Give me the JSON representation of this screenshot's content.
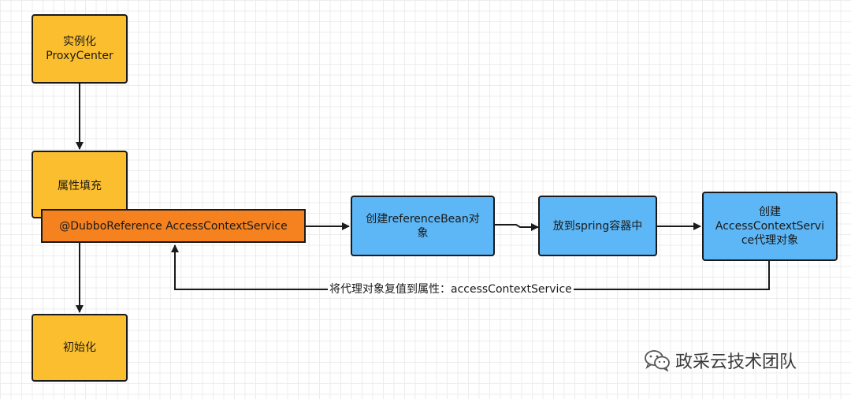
{
  "nodes": {
    "instantiate": "实例化\nProxyCenter",
    "populate": "属性填充",
    "annotation": "@DubboReference AccessContextService",
    "initialize": "初始化",
    "create_bean": "创建referenceBean对\n象",
    "put_container": "放到spring容器中",
    "create_proxy": "创建\nAccessContextServi\nce代理对象"
  },
  "edge_labels": {
    "assign_back": "将代理对象复值到属性：accessContextService"
  },
  "watermark": {
    "text": "政采云技术团队",
    "icon": "wechat-icon"
  },
  "colors": {
    "yellow": "#fbbe2e",
    "blue": "#5db6f5",
    "orange": "#f5811f"
  }
}
